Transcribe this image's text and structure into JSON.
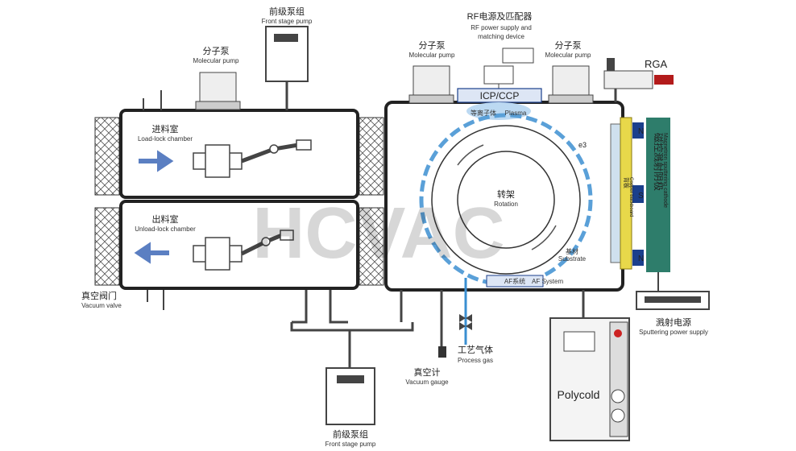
{
  "labels": {
    "front_pump_top_cn": "前级泵组",
    "front_pump_top_en": "Front stage pump",
    "mol_pump_left_cn": "分子泵",
    "mol_pump_left_en": "Molecular pump",
    "rf_cn": "RF电源及匹配器",
    "rf_en1": "RF power supply and",
    "rf_en2": "matching device",
    "mol_pump_mid_cn": "分子泵",
    "mol_pump_mid_en": "Molecular pump",
    "mol_pump_right_cn": "分子泵",
    "mol_pump_right_en": "Molecular pump",
    "rga": "RGA",
    "icp": "ICP/CCP",
    "plasma_cn": "等离子体",
    "plasma_en": "Plasma",
    "load_cn": "进料室",
    "load_en": "Load-lock chamber",
    "unload_cn": "出料室",
    "unload_en": "Unload-lock chamber",
    "rotation_cn": "转架",
    "rotation_en": "Rotation",
    "polycold": "Polycold",
    "vacuum_valve_cn": "真空阀门",
    "vacuum_valve_en": "Vacuum valve",
    "front_pump_bottom_cn": "前级泵组",
    "front_pump_bottom_en": "Front stage pump",
    "vacuum_gauge_cn": "真空计",
    "vacuum_gauge_en": "Vacuum gauge",
    "process_gas_cn": "工艺气体",
    "process_gas_en": "Process gas",
    "af_cn": "AF系统",
    "af_en": "AF System",
    "sputter_ps_cn": "溅射电源",
    "sputter_ps_en": "Sputtering power supply",
    "cathode_cn": "磁控溅射阴极",
    "cathode_en": "Magnetron sputtering cathode",
    "backplate_cn": "背板",
    "backplate_en": "Copper backboard",
    "magnet_n1": "N",
    "magnet_s": "S",
    "magnet_n2": "N",
    "substrate_cn": "基材",
    "substrate_en": "Substrate",
    "e3": "e3",
    "watermark": "HCVAC"
  },
  "colors": {
    "chamber_outline": "#222222",
    "cathode": "#2e7d6b",
    "backplate": "#e8d84a",
    "magnet": "#1b3f8c",
    "arrow": "#5b7fc2",
    "plasma": "#bcd9f2",
    "gas_line": "#3a8fd1"
  }
}
